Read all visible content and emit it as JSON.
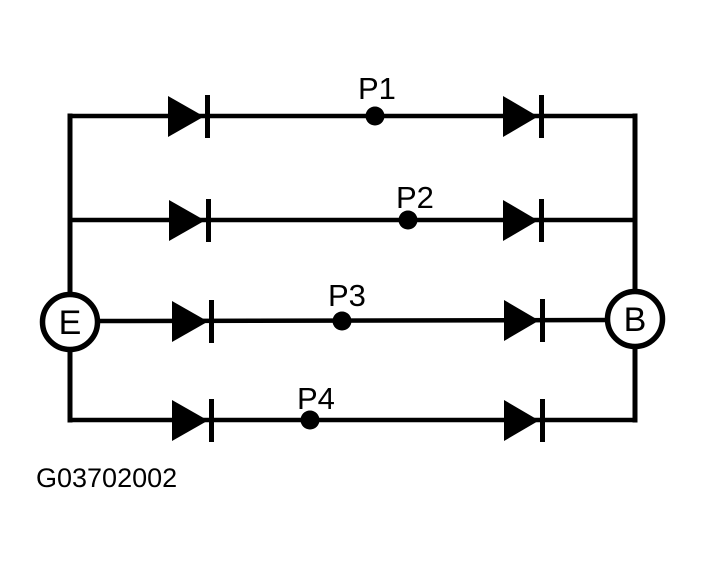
{
  "diagram": {
    "type": "circuit-schematic",
    "description_colors": {
      "line": "#000000",
      "background": "#ffffff"
    },
    "caption": "G03702002",
    "nodes": {
      "left": {
        "label": "E"
      },
      "right": {
        "label": "B"
      }
    },
    "branches": [
      {
        "label": "P1",
        "diodes": 2
      },
      {
        "label": "P2",
        "diodes": 2
      },
      {
        "label": "P3",
        "diodes": 2
      },
      {
        "label": "P4",
        "diodes": 2
      }
    ]
  }
}
